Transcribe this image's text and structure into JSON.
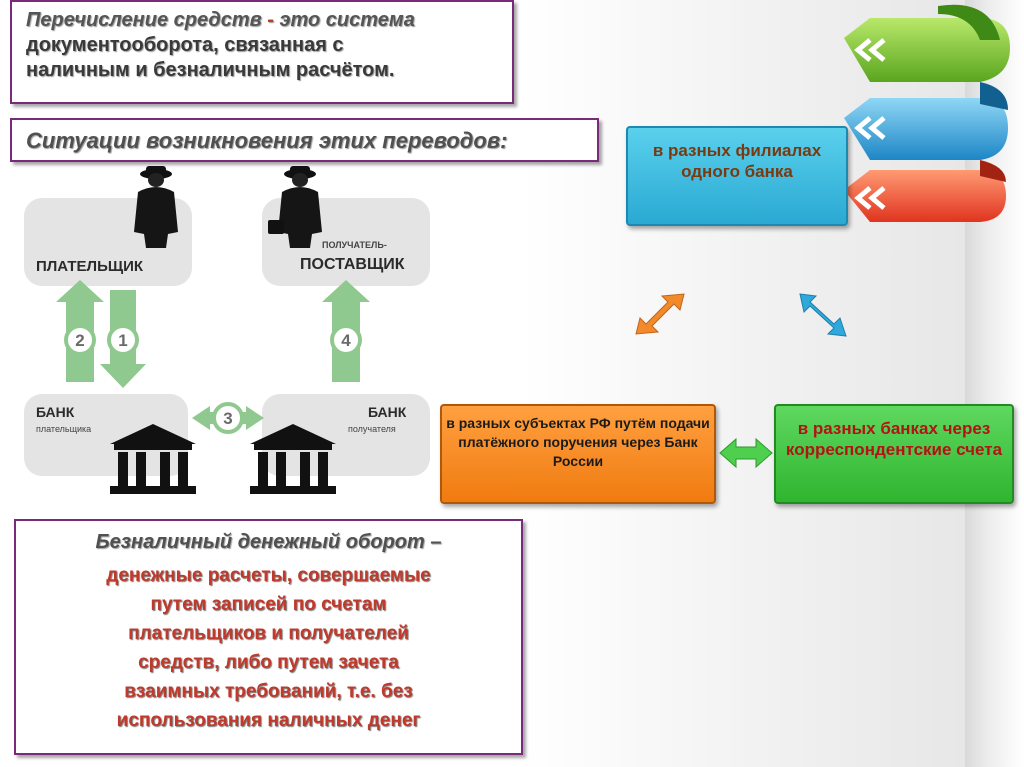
{
  "definition": {
    "term": "Перечисление средств",
    "separator": " - ",
    "line1_rest": "это система",
    "line2": "документооборота, связанная с",
    "line3": "наличным и безналичным расчётом."
  },
  "situations_heading": "Ситуации возникновения этих переводов:",
  "flow": {
    "payer_label": "ПЛАТЕЛЬЩИК",
    "recipient_small": "ПОЛУЧАТЕЛЬ-",
    "recipient_label": "ПОСТАВЩИК",
    "payer_bank_label": "БАНК",
    "payer_bank_small": "плательщика",
    "recipient_bank_label": "БАНК",
    "recipient_bank_small": "получателя",
    "step1": "1",
    "step2": "2",
    "step3": "3",
    "step4": "4"
  },
  "cases": {
    "branches": "в разных филиалах одного банка",
    "subjects": "в разных субъектах РФ путём подачи платёжного поручения через Банк России",
    "banks": "в разных банках через корреспондентские счета"
  },
  "cashless": {
    "title": "Безналичный денежный оборот –",
    "line1": "денежные расчеты, совершаемые",
    "line2": "путем записей по счетам",
    "line3": "плательщиков и получателей",
    "line4": "средств, либо путем зачета",
    "line5": "взаимных требований, т.е. без",
    "line6": "использования наличных денег"
  },
  "colors": {
    "frame": "#7a2a7a",
    "red_text": "#c0392b",
    "green_arrow": "#8fc98f",
    "blue_box": "#2aa9d3",
    "orange_box": "#f07b10",
    "green_box": "#2fb52f"
  },
  "icons": [
    "businessman-icon",
    "businessman-with-briefcase-icon",
    "bank-building-icon",
    "double-arrow-icon",
    "chevron-left-icon"
  ]
}
